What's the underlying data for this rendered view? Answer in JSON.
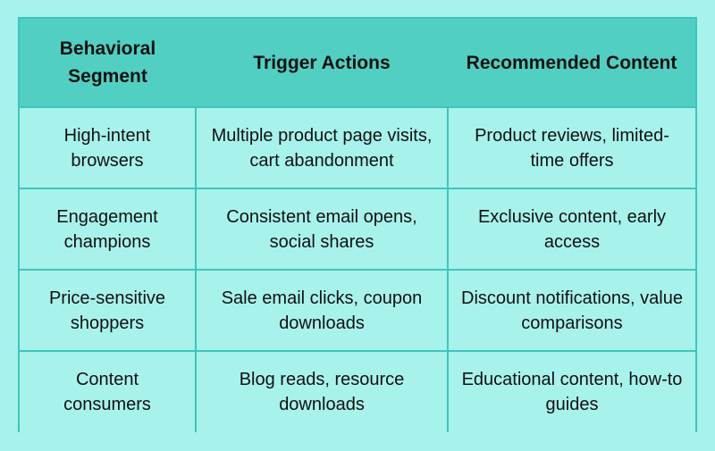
{
  "table": {
    "headers": [
      "Behavioral Segment",
      "Trigger Actions",
      "Recommended Content"
    ],
    "rows": [
      [
        "High-intent browsers",
        "Multiple product page visits, cart abandonment",
        "Product reviews, limited-time offers"
      ],
      [
        "Engagement champions",
        "Consistent email opens, social shares",
        "Exclusive content, early access"
      ],
      [
        "Price-sensitive shoppers",
        "Sale email clicks, coupon downloads",
        "Discount notifications, value comparisons"
      ],
      [
        "Content consumers",
        "Blog reads, resource downloads",
        "Educational content, how-to guides"
      ]
    ]
  },
  "colors": {
    "background": "#a8f2ec",
    "header_background": "#51cfc3",
    "border": "#3cc6bb",
    "text": "#111111"
  }
}
